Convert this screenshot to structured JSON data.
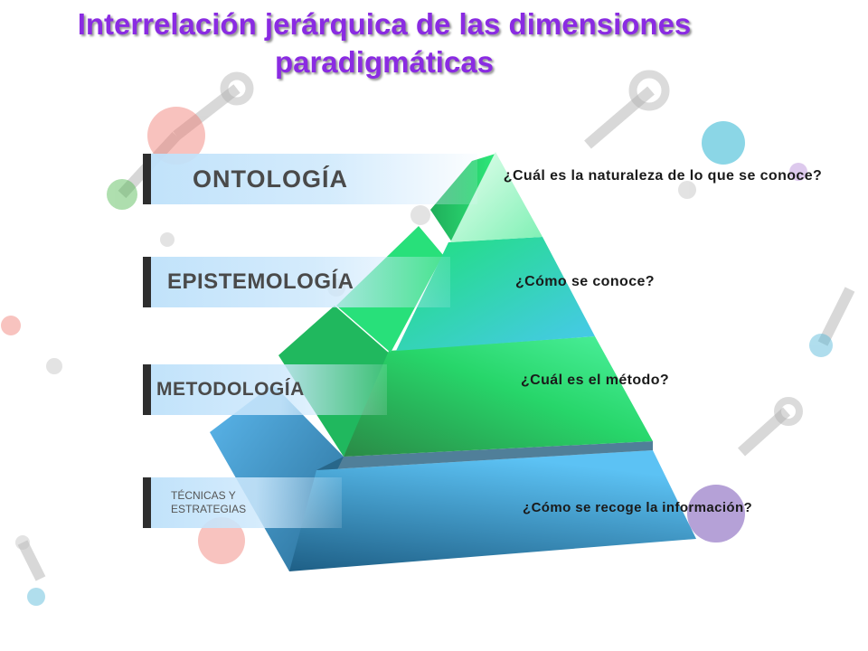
{
  "title": "Interrelación jerárquica de las dimensiones\nparadigmáticas",
  "levels": [
    {
      "label": "ONTOLOGÍA",
      "question": "¿Cuál es la naturaleza de lo que se conoce?"
    },
    {
      "label": "EPISTEMOLOGÍA",
      "question": "¿Cómo se conoce?"
    },
    {
      "label": "METODOLOGÍA",
      "question": "¿Cuál es el método?"
    },
    {
      "label": "TÉCNICAS Y\nESTRATEGIAS",
      "question": "¿Cómo se recoge la información?"
    }
  ],
  "colors": {
    "title": "#8a2be2",
    "green": "#2ee87a",
    "blue": "#3aa8e8"
  }
}
